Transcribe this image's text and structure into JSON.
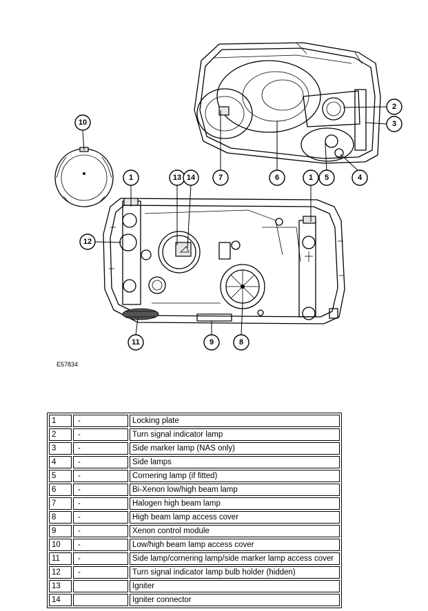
{
  "figure_code": "E57834",
  "callouts": [
    "1",
    "2",
    "3",
    "4",
    "5",
    "6",
    "7",
    "8",
    "9",
    "10",
    "11",
    "12",
    "13",
    "14"
  ],
  "legend": [
    {
      "num": "1",
      "dash": "-",
      "desc": "Locking plate"
    },
    {
      "num": "2",
      "dash": "-",
      "desc": "Turn signal indicator lamp"
    },
    {
      "num": "3",
      "dash": "-",
      "desc": "Side marker lamp (NAS only)"
    },
    {
      "num": "4",
      "dash": "-",
      "desc": "Side lamps"
    },
    {
      "num": "5",
      "dash": "-",
      "desc": "Cornering lamp (if fitted)"
    },
    {
      "num": "6",
      "dash": "-",
      "desc": "Bi-Xenon low/high beam lamp"
    },
    {
      "num": "7",
      "dash": "-",
      "desc": "Halogen high beam lamp"
    },
    {
      "num": "8",
      "dash": "-",
      "desc": "High beam lamp access cover"
    },
    {
      "num": "9",
      "dash": "-",
      "desc": "Xenon control module"
    },
    {
      "num": "10",
      "dash": "-",
      "desc": "Low/high beam lamp access cover"
    },
    {
      "num": "11",
      "dash": "-",
      "desc": "Side lamp/cornering lamp/side marker lamp access cover"
    },
    {
      "num": "12",
      "dash": "-",
      "desc": "Turn signal indicator lamp bulb holder (hidden)"
    },
    {
      "num": "13",
      "dash": "",
      "desc": "Igniter"
    },
    {
      "num": "14",
      "dash": "",
      "desc": "Igniter connector"
    }
  ]
}
